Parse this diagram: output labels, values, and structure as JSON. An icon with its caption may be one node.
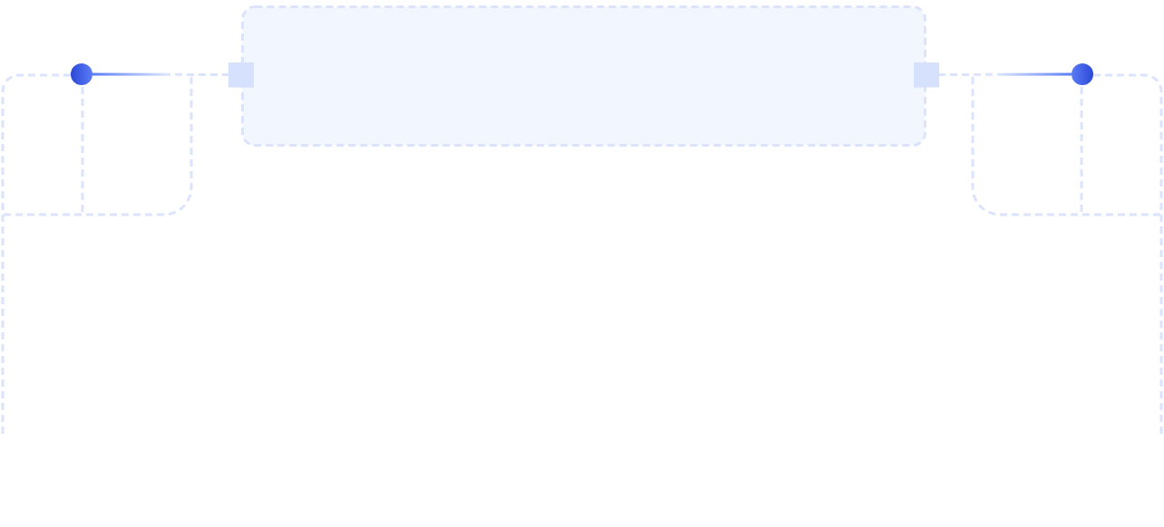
{
  "diagram": {
    "nodes": [
      {
        "text": [],
        "shape": "box"
      },
      {
        "text": [],
        "shape": "circle"
      },
      {
        "text": [],
        "shape": "circle"
      }
    ],
    "edges": [
      {
        "from": 0,
        "to": 1,
        "arrow": "other"
      },
      {
        "from": 0,
        "to": 2,
        "arrow": "other"
      }
    ]
  }
}
